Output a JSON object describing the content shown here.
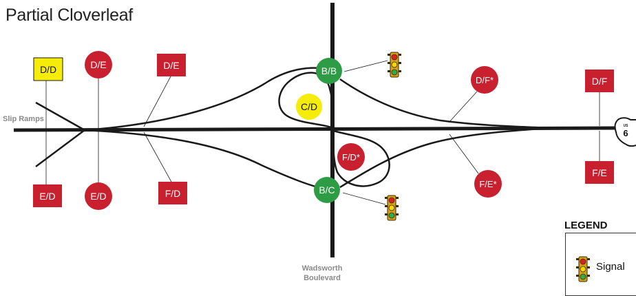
{
  "title": "Partial Cloverleaf",
  "colors": {
    "red": "#c8202f",
    "green": "#2e9b45",
    "yellow": "#f5ec0a",
    "road": "#1a1a1a",
    "label_gray": "#8a8a8a"
  },
  "roads": {
    "cross_street": "Wadsworth Boulevard",
    "cross_street_line1": "Wadsworth",
    "cross_street_line2": "Boulevard",
    "left_ramps": "Slip Ramps",
    "route_shield_us": "US",
    "route_shield_number": "6"
  },
  "nodes": {
    "dd_top": "D/D",
    "de_circle_top": "D/E",
    "de_square_top": "D/E",
    "bb": "B/B",
    "cd": "C/D",
    "df_star": "D/F*",
    "df_square": "D/F",
    "ed_square": "E/D",
    "ed_circle": "E/D",
    "fd_square": "F/D",
    "fd_star": "F/D*",
    "bc": "B/C",
    "fe_star": "F/E*",
    "fe_square": "F/E"
  },
  "legend": {
    "title": "LEGEND",
    "item_label": "Signal",
    "item_icon": "traffic-signal-icon"
  }
}
